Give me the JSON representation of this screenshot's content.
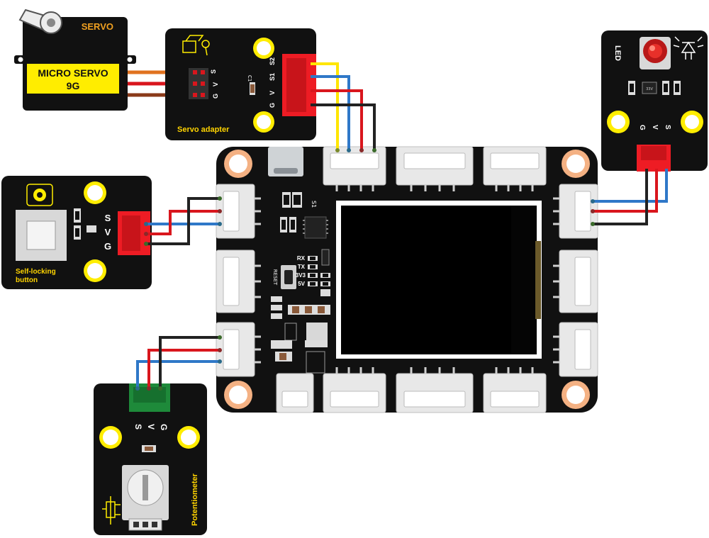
{
  "colors": {
    "board": "#111111",
    "hole_outer": "#f4b183",
    "hole_inner": "#ffffff",
    "mount_hole": "#ffed00",
    "servo_yellow": "#ffed00",
    "connector_red": "#ee1c24",
    "connector_green": "#1e8a3a",
    "connector_white": "#e8e8e8",
    "wire_red": "#d9161d",
    "wire_black": "#222222",
    "wire_blue": "#2f78c8",
    "wire_yellow": "#ffe600",
    "wire_orange": "#e0721f",
    "wire_brown": "#8a3a1a",
    "label_yellow": "#ffd400",
    "screen": "#000000",
    "screen_frame": "#ffffff"
  },
  "servo": {
    "brand": "SERVO",
    "model_line1": "MICRO SERVO",
    "model_line2": "9G"
  },
  "servo_adapter": {
    "name": "Servo adapter",
    "left_pins": [
      "S",
      "V",
      "G"
    ],
    "right_pins": [
      "S2",
      "S1",
      "V",
      "G"
    ],
    "cap_label": "C1"
  },
  "led_module": {
    "name": "LED",
    "pins": [
      "G",
      "V",
      "S"
    ],
    "chip_label": "33V"
  },
  "button_module": {
    "name_line1": "Self-locking",
    "name_line2": "button",
    "pins": [
      "S",
      "V",
      "G"
    ]
  },
  "pot_module": {
    "name": "Potentiometer",
    "pins": [
      "S",
      "V",
      "G"
    ]
  },
  "main_board": {
    "leds": [
      "RX",
      "TX",
      "3V3",
      "5V"
    ],
    "reset_label": "RESET",
    "chip_label": "S1"
  }
}
